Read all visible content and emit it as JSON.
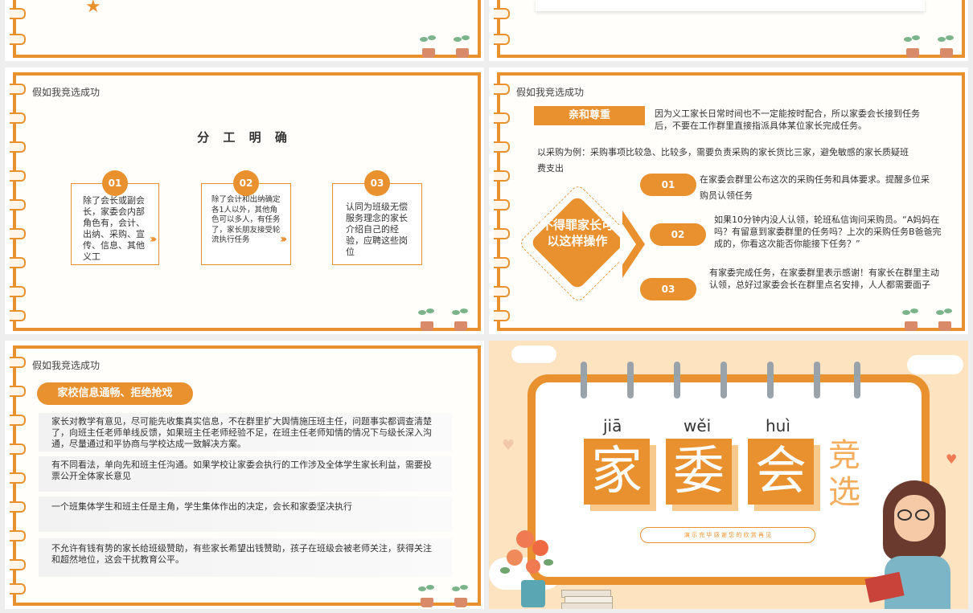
{
  "colors": {
    "accent": "#e9902f",
    "accent_light": "#fde3c0",
    "text": "#333333"
  },
  "slide3": {
    "title": "假如我竞选成功",
    "heading": "分 工 明 确",
    "items": [
      {
        "num": "01",
        "text": "除了会长或副会长，家委会内部角色有，会计、出纳、采购、宣传、信息、其他义工"
      },
      {
        "num": "02",
        "text": "除了会计和出纳确定各1人以外，其他角色可以多人，有任务了，家长朋友接受轮流执行任务"
      },
      {
        "num": "03",
        "text": "认同为班级无偿服务理念的家长介绍自己的经验，应聘这些岗位"
      }
    ]
  },
  "slide4": {
    "title": "假如我竞选成功",
    "tag": "亲和尊重",
    "tag_text": "因为义工家长日常时间也不一定能按时配合，所以家委会长接到任务后，不要在工作群里直接指派具体某位家长完成任务。",
    "example": "以采购为例：采购事项比较急、比较多，需要负责采购的家长货比三家，避免敏感的家长质疑班费支出",
    "diamond": "不得罪家长可以这样操作",
    "steps": [
      {
        "num": "01",
        "text": "在家委会群里公布这次的采购任务和具体要求。提醒多位采购员认领任务"
      },
      {
        "num": "02",
        "text": "如果10分钟内没人认领，轮班私信询问采购员。“A妈妈在吗？有留意到家委群里的任务吗？上次的采购任务B爸爸完成的，你看这次能否你能接下任务？”"
      },
      {
        "num": "03",
        "text": "有家委完成任务，在家委群里表示感谢！有家长在群里主动认领，总好过家委会长在群里点名安排，人人都需要面子"
      }
    ]
  },
  "slide5": {
    "title": "假如我竞选成功",
    "tag": "家校信息通畅、拒绝抢戏",
    "rows": [
      "家长对教学有意见，尽可能先收集真实信息，不在群里扩大舆情施压班主任，问题事实都调查清楚了，向班主任老师单线反馈，如果班主任老师经验不足，在班主任老师知情的情况下与级长深入沟通，尽量通过和平协商与学校达成一致解决方案。",
      "有不同看法，单向先和班主任沟通。如果学校让家委会执行的工作涉及全体学生家长利益，需要投票公开全体家长意见",
      "一个班集体学生和班主任是主角，学生集体作出的决定，会长和家委坚决执行",
      "不允许有钱有势的家长给班级赞助，有些家长希望出钱赞助，孩子在班级会被老师关注，获得关注和超然地位，这会干扰教育公平。"
    ]
  },
  "slide6": {
    "pinyin": [
      "jiā",
      "wěi",
      "huì"
    ],
    "chars": [
      "家",
      "委",
      "会"
    ],
    "side": "竞选",
    "thanks": "演 示 完 毕 感 谢 您 的 欣 赏 再 见"
  }
}
